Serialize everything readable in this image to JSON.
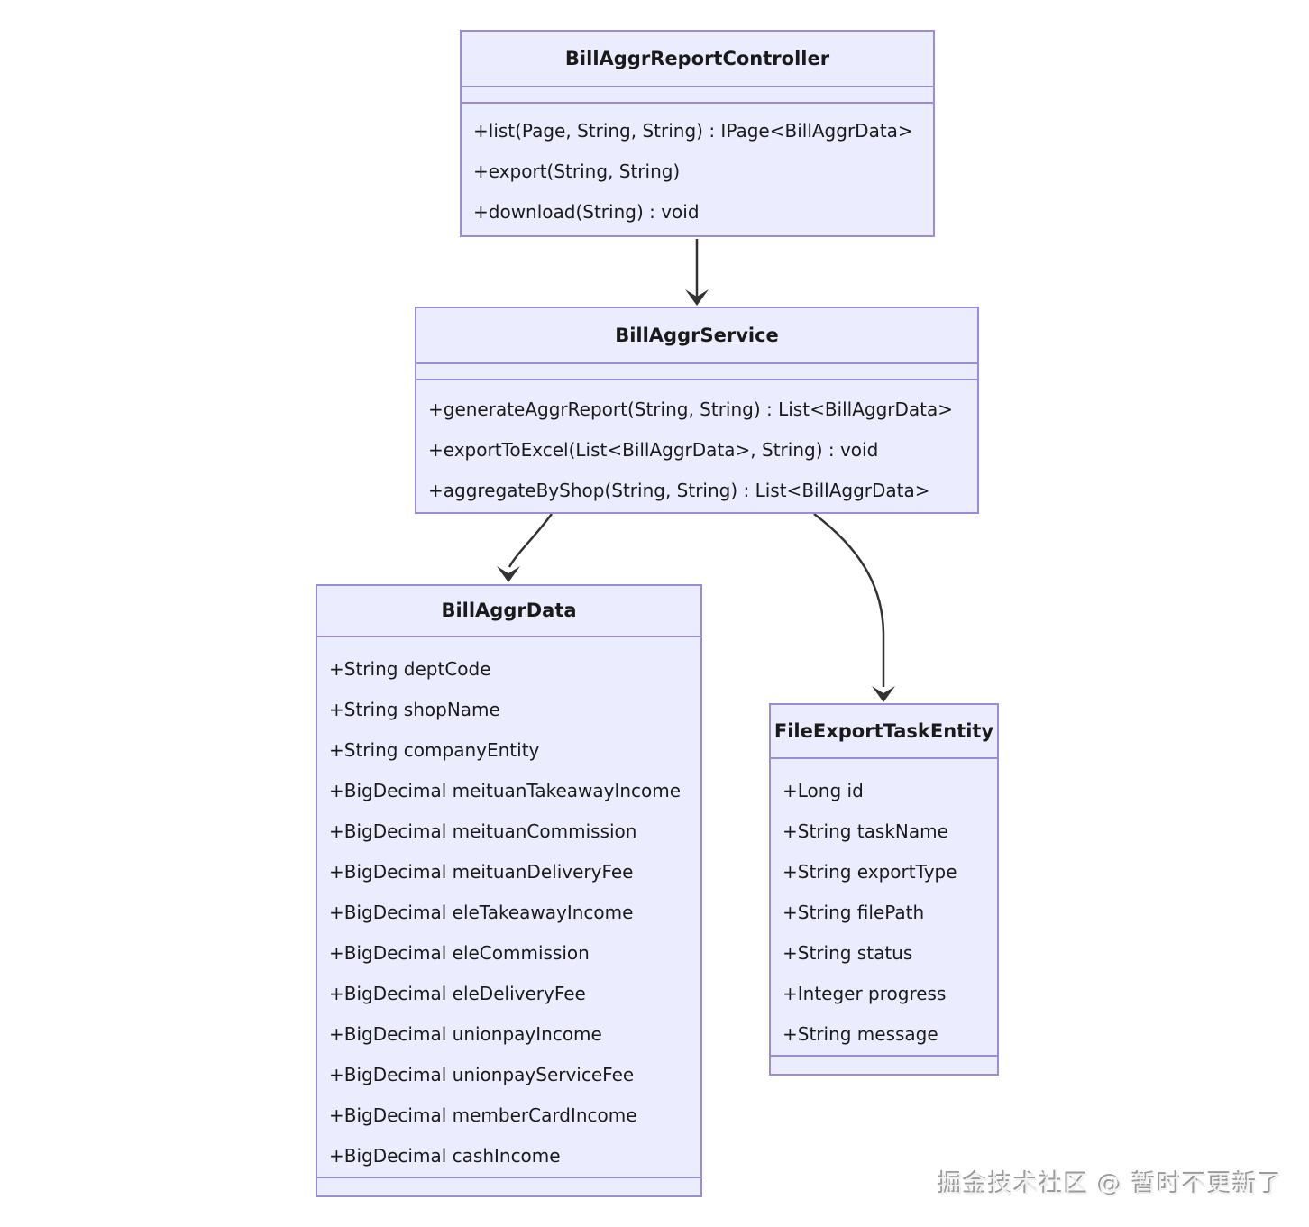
{
  "diagram": {
    "classes": [
      {
        "name": "BillAggrReportController",
        "attributes": [],
        "methods": [
          "+list(Page, String, String) : IPage<BillAggrData>",
          "+export(String, String)",
          "+download(String) : void"
        ]
      },
      {
        "name": "BillAggrService",
        "attributes": [],
        "methods": [
          "+generateAggrReport(String, String) : List<BillAggrData>",
          "+exportToExcel(List<BillAggrData>, String) : void",
          "+aggregateByShop(String, String) : List<BillAggrData>"
        ]
      },
      {
        "name": "BillAggrData",
        "attributes": [
          "+String deptCode",
          "+String shopName",
          "+String companyEntity",
          "+BigDecimal meituanTakeawayIncome",
          "+BigDecimal meituanCommission",
          "+BigDecimal meituanDeliveryFee",
          "+BigDecimal eleTakeawayIncome",
          "+BigDecimal eleCommission",
          "+BigDecimal eleDeliveryFee",
          "+BigDecimal unionpayIncome",
          "+BigDecimal unionpayServiceFee",
          "+BigDecimal memberCardIncome",
          "+BigDecimal cashIncome"
        ],
        "methods": []
      },
      {
        "name": "FileExportTaskEntity",
        "attributes": [
          "+Long id",
          "+String taskName",
          "+String exportType",
          "+String filePath",
          "+String status",
          "+Integer progress",
          "+String message"
        ],
        "methods": []
      }
    ],
    "relations": [
      {
        "from": "BillAggrReportController",
        "to": "BillAggrService"
      },
      {
        "from": "BillAggrService",
        "to": "BillAggrData"
      },
      {
        "from": "BillAggrService",
        "to": "FileExportTaskEntity"
      }
    ],
    "colors": {
      "box_fill": "#ECECFF",
      "box_border": "#9C8CD6",
      "arrow": "#333333",
      "text": "#1A1A1A"
    }
  },
  "watermark": "掘金技术社区 @ 暂时不更新了"
}
